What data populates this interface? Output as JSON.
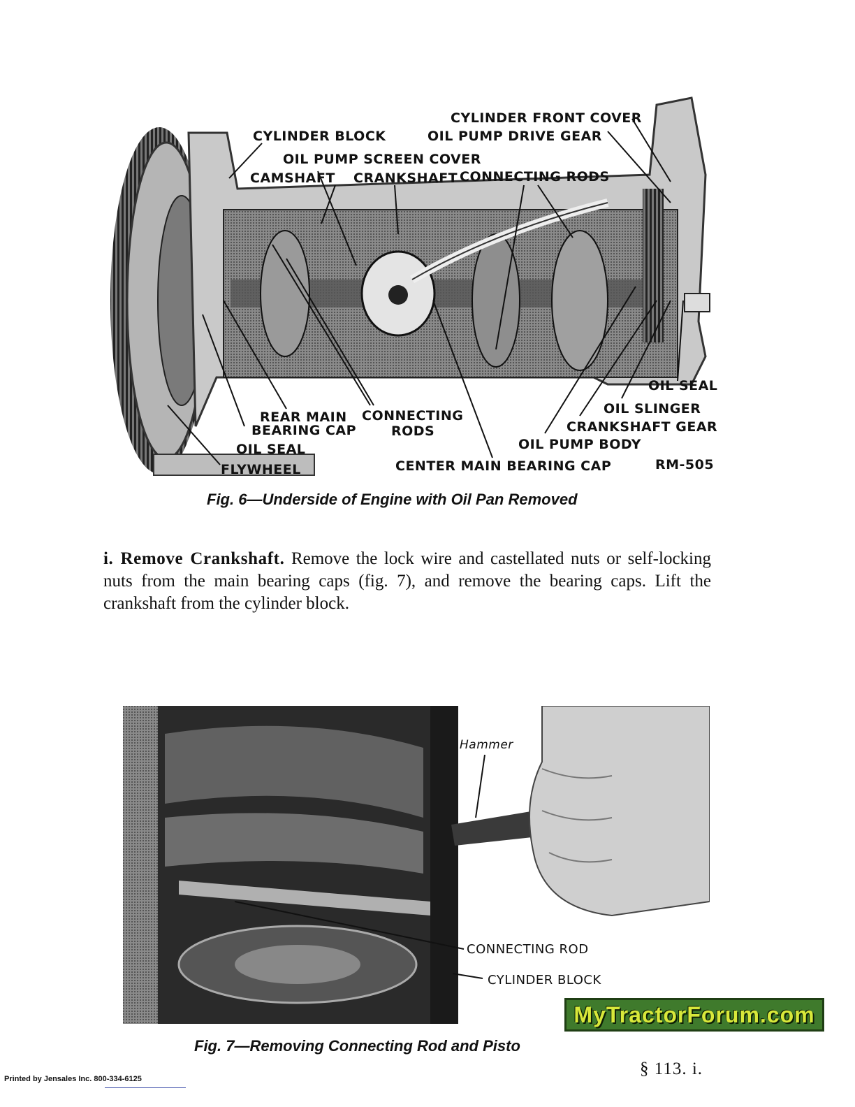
{
  "figure6": {
    "labels": {
      "cylinder_front_cover": "CYLINDER FRONT COVER",
      "cylinder_block": "CYLINDER BLOCK",
      "oil_pump_drive_gear": "OIL PUMP DRIVE GEAR",
      "oil_pump_screen_cover": "OIL PUMP SCREEN COVER",
      "camshaft": "CAMSHAFT",
      "crankshaft": "CRANKSHAFT",
      "connecting_rods_top": "CONNECTING RODS",
      "oil_seal_right": "OIL SEAL",
      "oil_slinger": "OIL SLINGER",
      "crankshaft_gear": "CRANKSHAFT GEAR",
      "oil_pump_body": "OIL PUMP BODY",
      "rear_main_bearing_cap_1": "REAR MAIN",
      "rear_main_bearing_cap_2": "BEARING CAP",
      "connecting_rods_bottom_1": "CONNECTING",
      "connecting_rods_bottom_2": "RODS",
      "oil_seal_left": "OIL SEAL",
      "flywheel": "FLYWHEEL",
      "center_main_bearing_cap": "CENTER MAIN BEARING CAP",
      "figure_code": "RM-505"
    },
    "caption": "Fig. 6—Underside of Engine with Oil Pan Removed"
  },
  "paragraph": {
    "lead": "i. Remove Crankshaft.",
    "body": "Remove the lock wire and castellated nuts or self-locking nuts from the main bearing caps (fig. 7), and remove the bearing caps. Lift the crankshaft from the cylinder block."
  },
  "figure7": {
    "labels": {
      "hammer": "Hammer",
      "connecting_rod": "CONNECTING ROD",
      "cylinder_block": "CYLINDER BLOCK"
    },
    "caption": "Fig. 7—Removing Connecting Rod and Pisto"
  },
  "watermark": "MyTractorForum.com",
  "footer": {
    "printed_by": "Printed by Jensales Inc. 800-334-6125",
    "section_ref": "§ 113. i."
  }
}
